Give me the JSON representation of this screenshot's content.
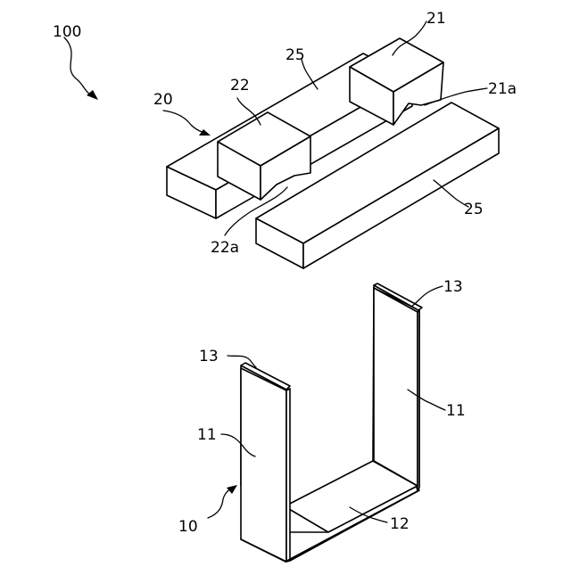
{
  "figure": {
    "labels": {
      "assembly": "100",
      "core_assembly": "20",
      "magnet_21": "21",
      "magnet_21a": "21a",
      "magnet_22": "22",
      "magnet_22a": "22a",
      "bar_25_top": "25",
      "bar_25_bottom": "25",
      "frame": "10",
      "side_wall_left": "11",
      "side_wall_right": "11",
      "bottom_plate": "12",
      "edge_left": "13",
      "edge_right": "13"
    }
  }
}
